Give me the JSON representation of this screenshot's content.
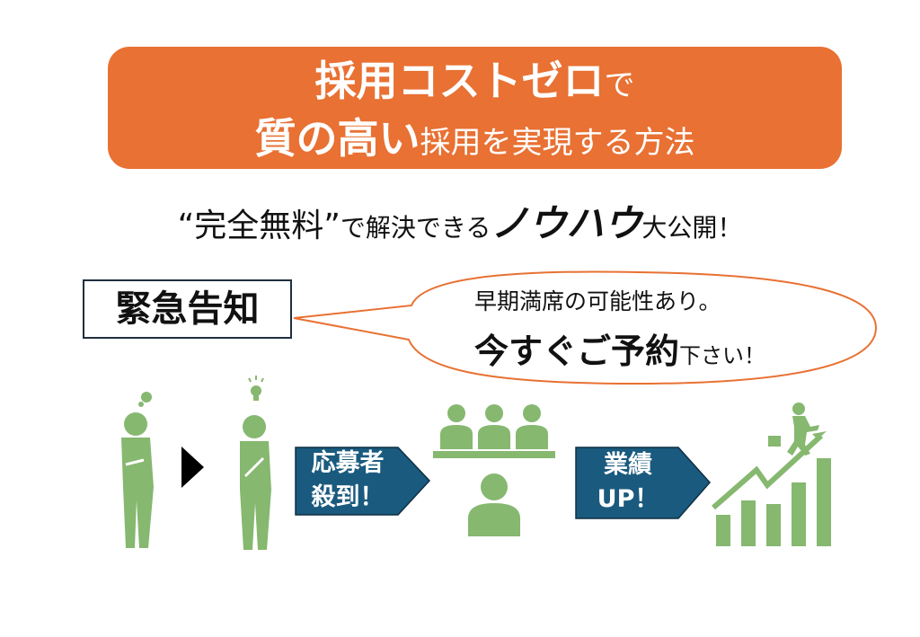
{
  "banner": {
    "line1_bold": "採用コストゼロ",
    "line1_tail": "で",
    "line2_bold": "質の高い",
    "line2_tail": "採用を実現する方法"
  },
  "subtitle": {
    "part1": "“完全無料”",
    "part2": "で解決できる",
    "part3": "ノウハウ",
    "part4": "大公開！"
  },
  "notice": {
    "label": "緊急告知"
  },
  "bubble": {
    "line1": "早期満席の可能性あり。",
    "line2_bold": "今すぐご予約",
    "line2_tail": "下さい！"
  },
  "flow": {
    "step1_line1": "応募者",
    "step1_line2": "殺到！",
    "step2_line1": "業績",
    "step2_line2": "UP！"
  },
  "colors": {
    "orange": "#E87133",
    "green": "#86B870",
    "navy": "#1A5A7E"
  }
}
